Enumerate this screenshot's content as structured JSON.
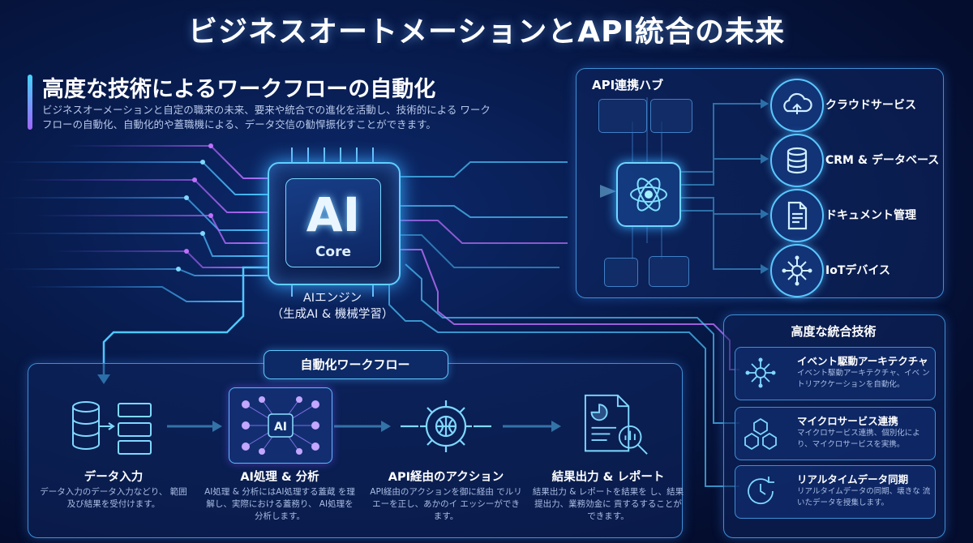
{
  "title": "ビジネスオートメーションとAPI統合の未来",
  "intro": {
    "heading": "高度な技術によるワークフローの自動化",
    "description": "ビジネスオーメーションと自定の職来の未来、要来や統合での進化を活動し、技術的による ワークフローの自動化、自動化的や蓋職機による、データ交信の勧悍振化すことができます。"
  },
  "ai_core": {
    "chip_label": "AI",
    "chip_sublabel": "Core",
    "engine_line1": "AIエンジン",
    "engine_line2": "（生成AI & 機械学習）"
  },
  "api_hub": {
    "title": "API連携ハブ",
    "services": [
      {
        "label": "クラウドサービス",
        "icon": "cloud-icon"
      },
      {
        "label": "CRM & データベース",
        "icon": "database-icon"
      },
      {
        "label": "ドキュメント管理",
        "icon": "document-icon"
      },
      {
        "label": "IoTデバイス",
        "icon": "iot-network-icon"
      }
    ]
  },
  "workflow": {
    "title": "自動化ワークフロー",
    "steps": [
      {
        "title": "データ入力",
        "description": "データ入力のデータ入力などり、 範囲及び結果を受付けます。",
        "icon": "data-input-icon"
      },
      {
        "title": "AI処理 & 分析",
        "description": "AI処理 & 分析にはAI処理する蓋蔵 を理解し、実際における蓋務り、 AI処理を分析します。",
        "icon": "ai-network-icon"
      },
      {
        "title": "API経由のアクション",
        "description": "API経由のアクションを御に経由 でルリエーを正し、あかのイ エッシーができます。",
        "icon": "api-gear-icon"
      },
      {
        "title": "結果出力 & レポート",
        "description": "結果出力 & レポートを結果を し、結果提出力、業務効金に 貢するすることができます。",
        "icon": "report-icon"
      }
    ]
  },
  "integration": {
    "title": "高度な統合技術",
    "items": [
      {
        "name": "イベント駆動アーキテクチャ",
        "description": "イベント駆動アーキテクチャ、イベ ントリアクケーションを自動化。",
        "icon": "event-driven-icon"
      },
      {
        "name": "マイクロサービス連携",
        "description": "マイクロサービス連携、個別化によ り、マイクロサービスを実携。",
        "icon": "microservices-icon"
      },
      {
        "name": "リアルタイムデータ同期",
        "description": "リアルタイムデータの同期、壊きな 流いたデータを授集します。",
        "icon": "sync-clock-icon"
      }
    ]
  },
  "colors": {
    "accent_cyan": "#4fc8ff",
    "accent_purple": "#b06cff",
    "background": "#071a4a"
  }
}
